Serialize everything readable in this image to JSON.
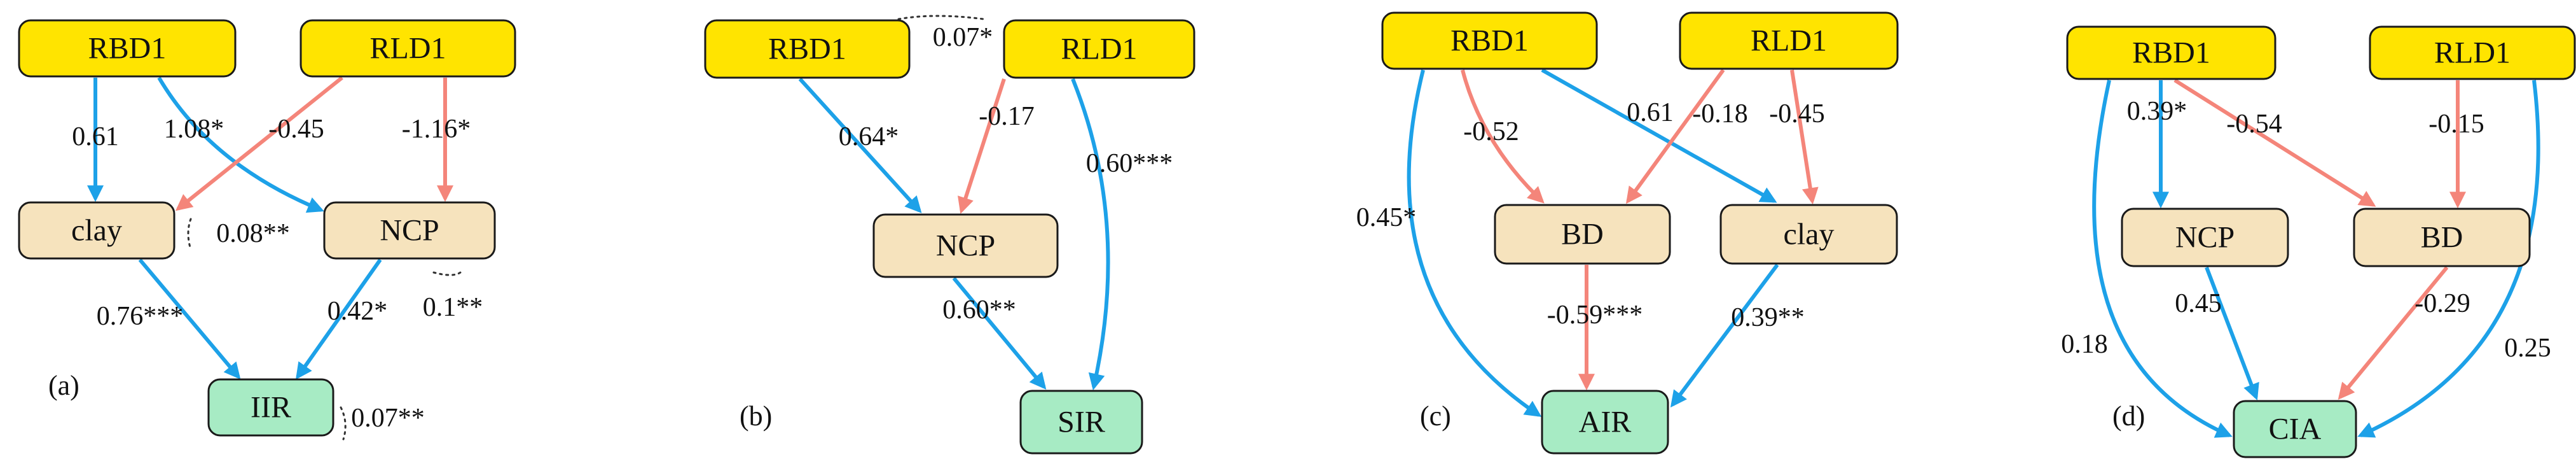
{
  "colors": {
    "yellow": "#FFE400",
    "tan": "#F6E3BD",
    "green": "#A7EBC4",
    "positive": "#1DA1E8",
    "negative": "#F4857A",
    "dotted": "#333333"
  },
  "panels": [
    {
      "label": "(a)",
      "nodes": [
        {
          "id": "a_rbd1",
          "text": "RBD1",
          "color": "yellow"
        },
        {
          "id": "a_rld1",
          "text": "RLD1",
          "color": "yellow"
        },
        {
          "id": "a_clay",
          "text": "clay",
          "color": "tan"
        },
        {
          "id": "a_ncp",
          "text": "NCP",
          "color": "tan"
        },
        {
          "id": "a_iir",
          "text": "IIR",
          "color": "green"
        }
      ],
      "edges": [
        {
          "from": "a_rbd1",
          "to": "a_clay",
          "sign": "positive",
          "label": "0.61"
        },
        {
          "from": "a_rbd1",
          "to": "a_ncp",
          "sign": "positive",
          "label": "1.08*"
        },
        {
          "from": "a_rld1",
          "to": "a_clay",
          "sign": "negative",
          "label": "-0.45"
        },
        {
          "from": "a_rld1",
          "to": "a_ncp",
          "sign": "negative",
          "label": "-1.16*"
        },
        {
          "from": "a_clay",
          "to": "a_iir",
          "sign": "positive",
          "label": "0.76***"
        },
        {
          "from": "a_ncp",
          "to": "a_iir",
          "sign": "positive",
          "label": "0.42*"
        }
      ],
      "residuals": [
        {
          "node": "a_clay",
          "label": "0.08**"
        },
        {
          "node": "a_ncp",
          "label": "0.1**"
        },
        {
          "node": "a_iir",
          "label": "0.07**"
        }
      ]
    },
    {
      "label": "(b)",
      "nodes": [
        {
          "id": "b_rbd1",
          "text": "RBD1",
          "color": "yellow"
        },
        {
          "id": "b_rld1",
          "text": "RLD1",
          "color": "yellow"
        },
        {
          "id": "b_ncp",
          "text": "NCP",
          "color": "tan"
        },
        {
          "id": "b_sir",
          "text": "SIR",
          "color": "green"
        }
      ],
      "edges": [
        {
          "from": "b_rbd1",
          "to": "b_ncp",
          "sign": "positive",
          "label": "0.64*"
        },
        {
          "from": "b_rld1",
          "to": "b_ncp",
          "sign": "negative",
          "label": "-0.17"
        },
        {
          "from": "b_rld1",
          "to": "b_sir",
          "sign": "positive",
          "label": "0.60***"
        },
        {
          "from": "b_ncp",
          "to": "b_sir",
          "sign": "positive",
          "label": "0.60**"
        }
      ],
      "residuals": [
        {
          "node": "b_rbd1",
          "label": "0.07*"
        }
      ]
    },
    {
      "label": "(c)",
      "nodes": [
        {
          "id": "c_rbd1",
          "text": "RBD1",
          "color": "yellow"
        },
        {
          "id": "c_rld1",
          "text": "RLD1",
          "color": "yellow"
        },
        {
          "id": "c_bd",
          "text": "BD",
          "color": "tan"
        },
        {
          "id": "c_clay",
          "text": "clay",
          "color": "tan"
        },
        {
          "id": "c_air",
          "text": "AIR",
          "color": "green"
        }
      ],
      "edges": [
        {
          "from": "c_rbd1",
          "to": "c_air",
          "sign": "positive",
          "label": "0.45*"
        },
        {
          "from": "c_rbd1",
          "to": "c_bd",
          "sign": "negative",
          "label": "-0.52"
        },
        {
          "from": "c_rbd1",
          "to": "c_clay",
          "sign": "positive",
          "label": "0.61"
        },
        {
          "from": "c_rld1",
          "to": "c_bd",
          "sign": "negative",
          "label": "-0.18"
        },
        {
          "from": "c_rld1",
          "to": "c_clay",
          "sign": "negative",
          "label": "-0.45"
        },
        {
          "from": "c_bd",
          "to": "c_air",
          "sign": "negative",
          "label": "-0.59***"
        },
        {
          "from": "c_clay",
          "to": "c_air",
          "sign": "positive",
          "label": "0.39**"
        }
      ],
      "residuals": []
    },
    {
      "label": "(d)",
      "nodes": [
        {
          "id": "d_rbd1",
          "text": "RBD1",
          "color": "yellow"
        },
        {
          "id": "d_rld1",
          "text": "RLD1",
          "color": "yellow"
        },
        {
          "id": "d_ncp",
          "text": "NCP",
          "color": "tan"
        },
        {
          "id": "d_bd",
          "text": "BD",
          "color": "tan"
        },
        {
          "id": "d_cia",
          "text": "CIA",
          "color": "green"
        }
      ],
      "edges": [
        {
          "from": "d_rbd1",
          "to": "d_ncp",
          "sign": "positive",
          "label": "0.39*"
        },
        {
          "from": "d_rbd1",
          "to": "d_bd",
          "sign": "negative",
          "label": "-0.54"
        },
        {
          "from": "d_rld1",
          "to": "d_bd",
          "sign": "negative",
          "label": "-0.15"
        },
        {
          "from": "d_rbd1",
          "to": "d_cia",
          "sign": "positive",
          "label": "0.18"
        },
        {
          "from": "d_ncp",
          "to": "d_cia",
          "sign": "positive",
          "label": "0.45"
        },
        {
          "from": "d_bd",
          "to": "d_cia",
          "sign": "negative",
          "label": "-0.29"
        },
        {
          "from": "d_rld1",
          "to": "d_cia",
          "sign": "positive",
          "label": "0.25"
        }
      ],
      "residuals": []
    }
  ]
}
